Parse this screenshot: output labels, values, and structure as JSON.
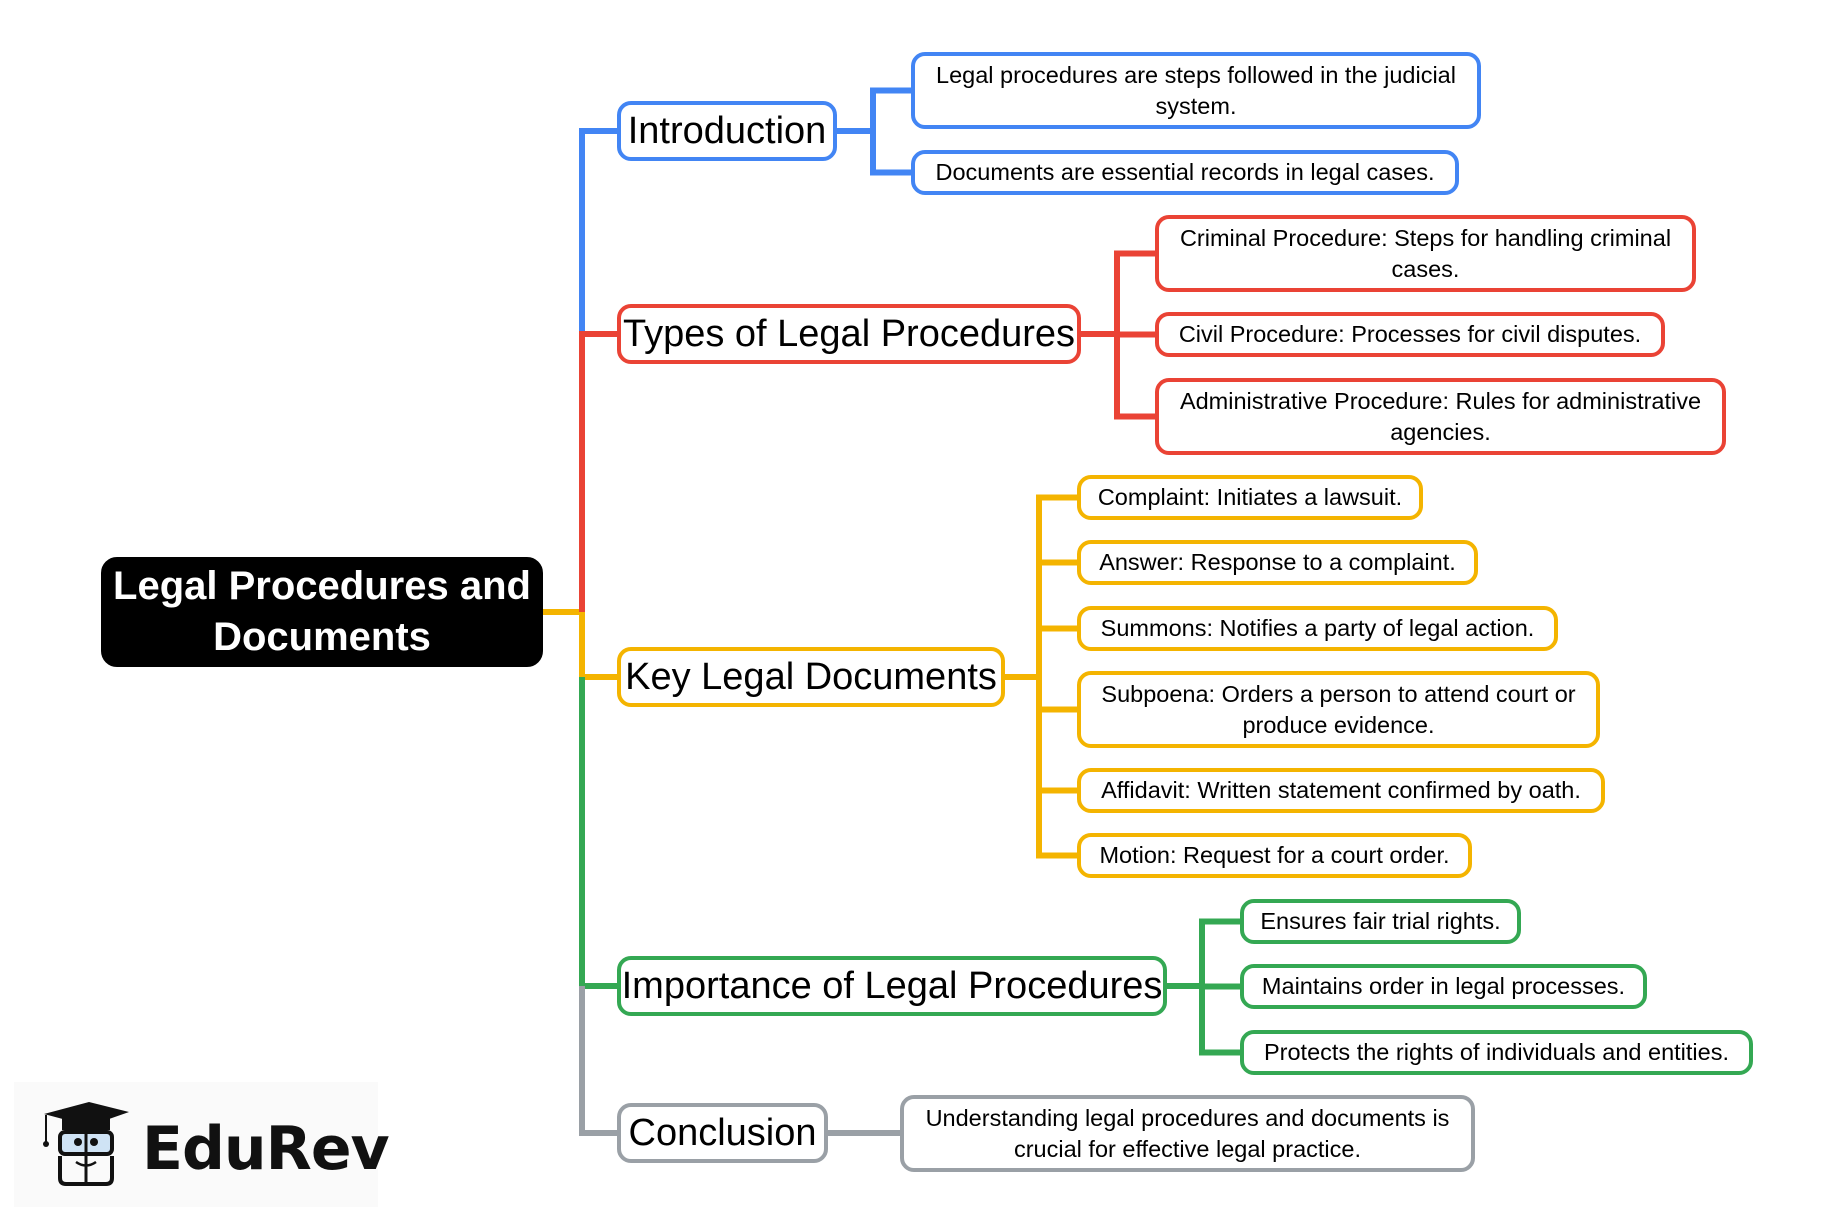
{
  "root": {
    "label": "Legal Procedures and Documents"
  },
  "colors": {
    "introduction": "#4285F4",
    "types": "#EA4335",
    "documents": "#F4B400",
    "importance": "#34A853",
    "conclusion": "#9AA0A6",
    "root": "#000000"
  },
  "branches": [
    {
      "key": "introduction",
      "label": "Introduction",
      "children": [
        "Legal procedures are steps followed in the judicial system.",
        "Documents are essential records in legal cases."
      ]
    },
    {
      "key": "types",
      "label": "Types of Legal Procedures",
      "children": [
        "Criminal Procedure: Steps for handling criminal cases.",
        "Civil Procedure: Processes for civil disputes.",
        "Administrative Procedure: Rules for administrative agencies."
      ]
    },
    {
      "key": "documents",
      "label": "Key Legal Documents",
      "children": [
        "Complaint: Initiates a lawsuit.",
        "Answer: Response to a complaint.",
        "Summons: Notifies a party of legal action.",
        "Subpoena: Orders a person to attend court or produce evidence.",
        "Affidavit: Written statement confirmed by oath.",
        "Motion: Request for a court order."
      ]
    },
    {
      "key": "importance",
      "label": "Importance of Legal Procedures",
      "children": [
        "Ensures fair trial rights.",
        "Maintains order in legal processes.",
        "Protects the rights of individuals and entities."
      ]
    },
    {
      "key": "conclusion",
      "label": "Conclusion",
      "children": [
        "Understanding legal procedures and documents is crucial for effective legal practice."
      ]
    }
  ],
  "logo": {
    "text": "EduRev",
    "icon": "graduate-mascot-icon"
  }
}
